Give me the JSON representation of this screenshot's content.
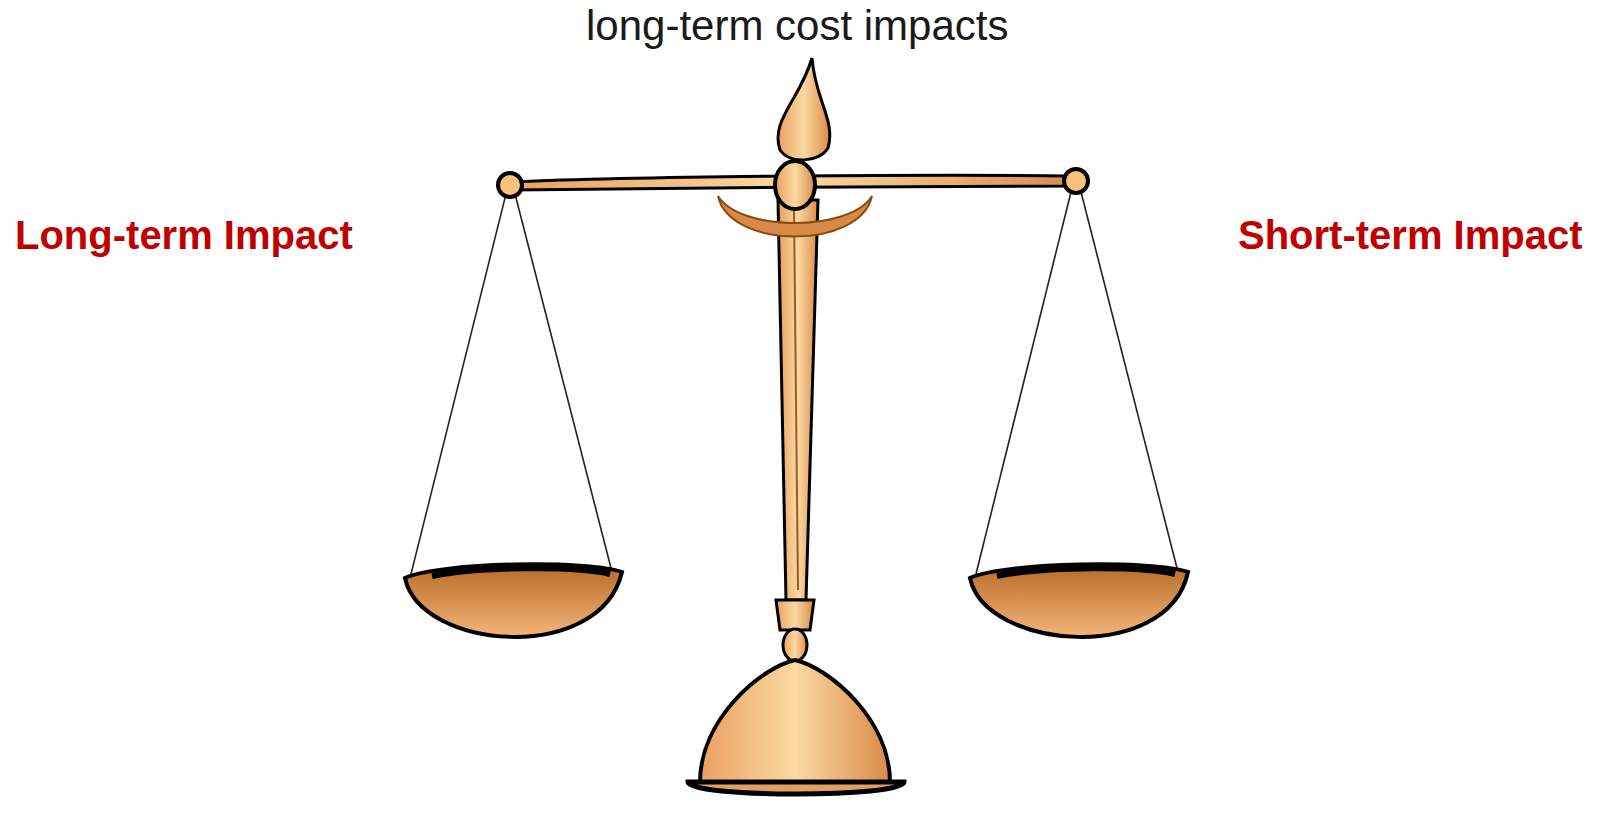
{
  "diagram": {
    "title": "long-term cost impacts",
    "labels": [
      "Long-term Impact",
      "Short-term Impact"
    ]
  }
}
